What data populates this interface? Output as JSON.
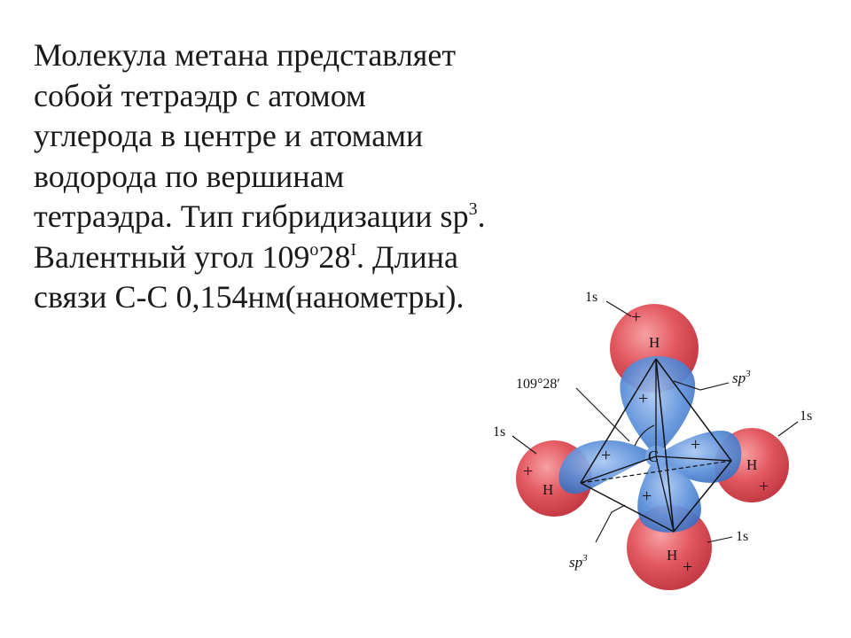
{
  "text": {
    "line1": "Молекула метана представляет",
    "line2": "собой тетраэдр с атомом",
    "line3": "углерода в центре и атомами",
    "line4": "водорода по вершинам",
    "line5_main": "тетраэдра. Тип гибридизации sp",
    "line5_sup": "3",
    "line5_end": ".",
    "line6_a": "Валентный угол 109",
    "line6_sup1": "о",
    "line6_b": "28",
    "line6_sup2": "I",
    "line6_c": ". Длина",
    "line7": "связи С-С 0,154нм(нанометры)."
  },
  "diagram": {
    "center_atom": "C",
    "hydrogen_atom": "H",
    "plus_sign": "+",
    "orbital_1s": "1s",
    "orbital_sp": "sp",
    "orbital_sp_sup": "3",
    "angle_label": "109°28′",
    "colors": {
      "hydrogen_orbital": "#e2585f",
      "sp3_orbital": "#5b8fd9",
      "lines": "#111111"
    }
  }
}
